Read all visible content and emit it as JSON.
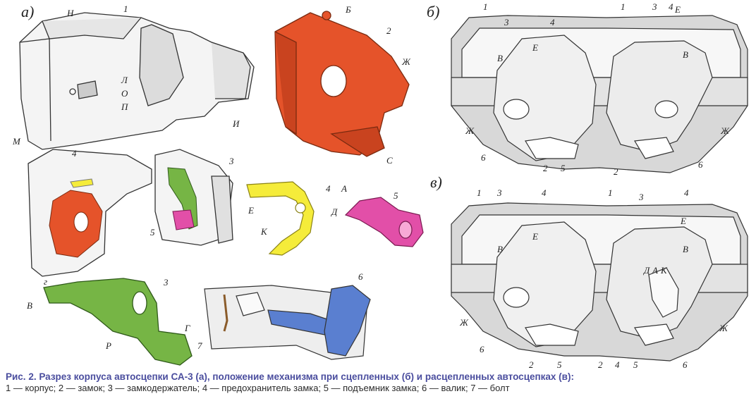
{
  "panels": {
    "a": "а)",
    "b": "б)",
    "v": "в)"
  },
  "labels": {
    "a_top": [
      "Н",
      "1",
      "М",
      "Л",
      "О",
      "П",
      "И",
      "Б",
      "2",
      "Ж",
      "С"
    ],
    "a_mid": [
      "4",
      "3",
      "5",
      "г",
      "4",
      "Е",
      "К",
      "А",
      "5",
      "Д"
    ],
    "a_bot": [
      "3",
      "В",
      "Г",
      "Р",
      "6",
      "7"
    ],
    "b": [
      "1",
      "3",
      "4",
      "1",
      "3",
      "4",
      "Е",
      "В",
      "Е",
      "В",
      "Ж",
      "Ж",
      "6",
      "2",
      "5",
      "2",
      "6"
    ],
    "v": [
      "1",
      "3",
      "4",
      "1",
      "3",
      "4",
      "В",
      "Е",
      "Е",
      "В",
      "Д",
      "А",
      "К",
      "Ж",
      "Ж",
      "6",
      "2",
      "5",
      "2",
      "4",
      "5",
      "6"
    ]
  },
  "caption": {
    "title": "Рис. 2. Разрез корпуса автосцепки СА-3 (а), положение механизма при сцепленных (б) и расцепленных автосцепках (в):",
    "legend": "1 — корпус; 2 — замок; 3 — замкодержатель; 4 — предохранитель замка; 5 — подъемник замка; 6 — валик; 7 — болт"
  },
  "colors": {
    "zamok": "#e5532a",
    "zamkoderzhatel": "#76b545",
    "predohranitel": "#f5ec3a",
    "podyemnik": "#e24fa8",
    "valik": "#5a7fd0",
    "caption_title": "#4a4d9e"
  }
}
